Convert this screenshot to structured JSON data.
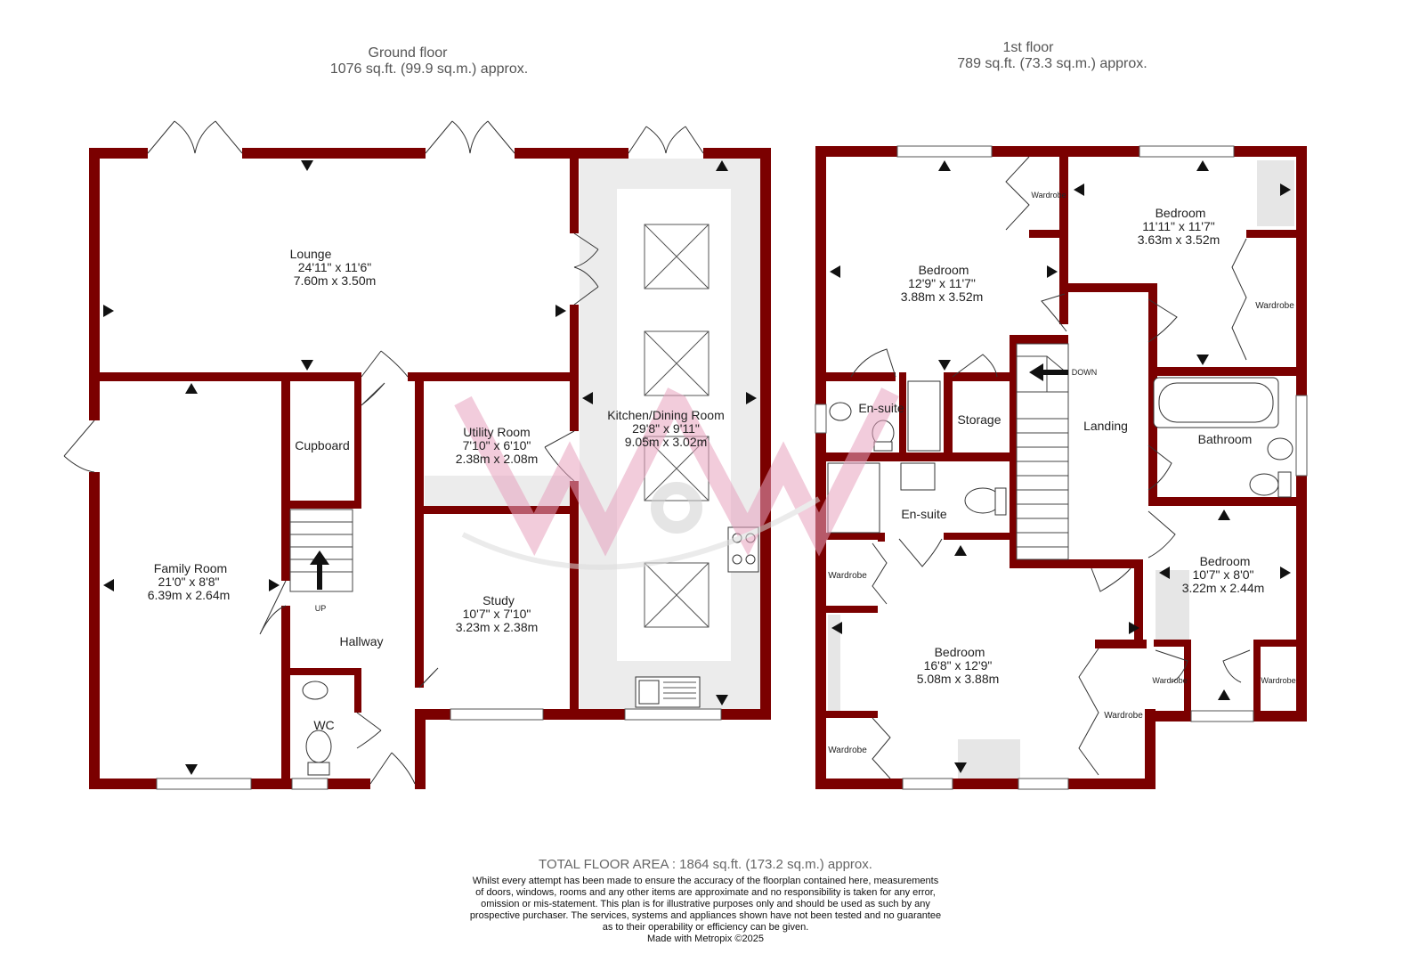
{
  "ground_floor": {
    "title": "Ground floor",
    "area": "1076 sq.ft. (99.9 sq.m.) approx.",
    "rooms": {
      "lounge": {
        "name": "Lounge",
        "imperial": "24'11\" x 11'6\"",
        "metric": "7.60m x 3.50m"
      },
      "family": {
        "name": "Family Room",
        "imperial": "21'0\" x 8'8\"",
        "metric": "6.39m x 2.64m"
      },
      "kitchen": {
        "name": "Kitchen/Dining Room",
        "imperial": "29'8\" x 9'11\"",
        "metric": "9.05m x 3.02m"
      },
      "utility": {
        "name": "Utility Room",
        "imperial": "7'10\" x 6'10\"",
        "metric": "2.38m x 2.08m"
      },
      "study": {
        "name": "Study",
        "imperial": "10'7\" x 7'10\"",
        "metric": "3.23m x 2.38m"
      },
      "cupboard": {
        "name": "Cupboard"
      },
      "hallway": {
        "name": "Hallway"
      },
      "wc": {
        "name": "WC"
      },
      "stairs_label": "UP"
    }
  },
  "first_floor": {
    "title": "1st floor",
    "area": "789 sq.ft. (73.3 sq.m.) approx.",
    "rooms": {
      "bed1": {
        "name": "Bedroom",
        "imperial": "12'9\" x 11'7\"",
        "metric": "3.88m x 3.52m"
      },
      "bed2": {
        "name": "Bedroom",
        "imperial": "11'11\" x 11'7\"",
        "metric": "3.63m x 3.52m"
      },
      "bed3": {
        "name": "Bedroom",
        "imperial": "16'8\" x 12'9\"",
        "metric": "5.08m x 3.88m"
      },
      "bed4": {
        "name": "Bedroom",
        "imperial": "10'7\" x 8'0\"",
        "metric": "3.22m x 2.44m"
      },
      "ensuite1": {
        "name": "En-suite"
      },
      "ensuite2": {
        "name": "En-suite"
      },
      "storage": {
        "name": "Storage"
      },
      "landing": {
        "name": "Landing"
      },
      "bathroom": {
        "name": "Bathroom"
      },
      "wardrobe": "Wardrobe",
      "stairs_label": "DOWN"
    }
  },
  "footer": {
    "total": "TOTAL FLOOR AREA : 1864 sq.ft. (173.2 sq.m.) approx.",
    "disclaimer": [
      "Whilst every attempt has been made to ensure the accuracy of the floorplan contained here, measurements",
      "of doors, windows, rooms and any other items are approximate and no responsibility is taken for any error,",
      "omission or mis-statement. This plan is for illustrative purposes only and should be used as such by any",
      "prospective purchaser. The services, systems and appliances shown have not been tested and no guarantee",
      "as to their operability or efficiency can be given."
    ],
    "credit": "Made with Metropix ©2025"
  },
  "colors": {
    "wall": "#7b0000",
    "shading": "#e8e8e8",
    "watermark": "#e5a7c0"
  }
}
